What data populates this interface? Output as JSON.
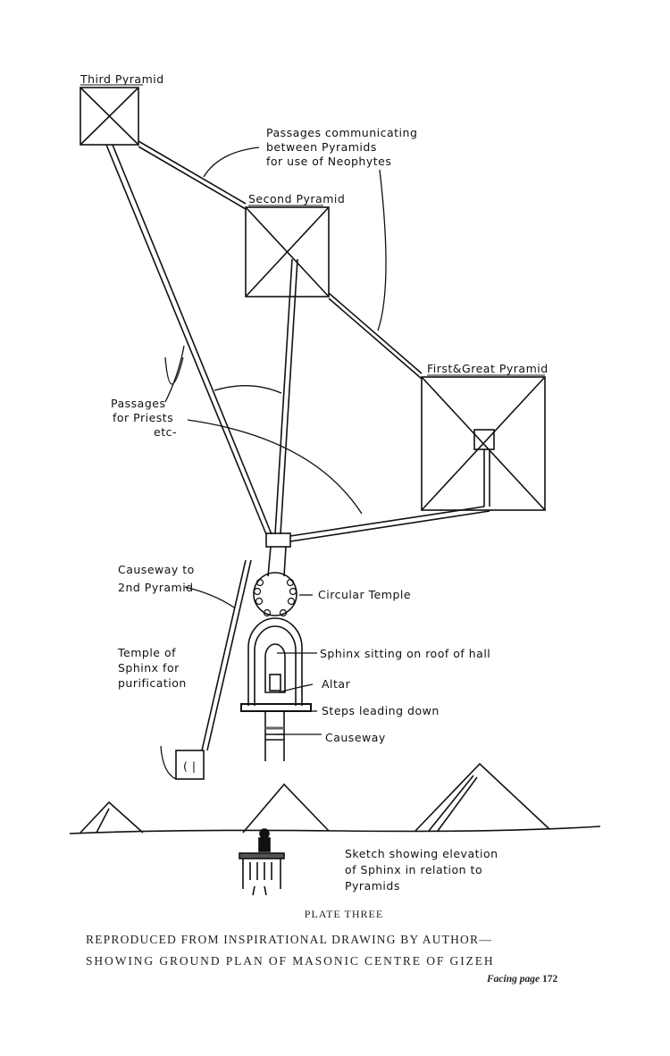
{
  "diagram": {
    "pyramids": {
      "third": "Third Pyramid",
      "second": "Second Pyramid",
      "first": "First&Great Pyramid"
    },
    "labels": {
      "passages_between": [
        "Passages communicating",
        "between Pyramids",
        "for use of Neophytes"
      ],
      "passages_priests": [
        "Passages",
        "for Priests",
        "etc-"
      ],
      "causeway_2nd": [
        "Causeway to",
        "2nd Pyramid"
      ],
      "circular_temple": "Circular Temple",
      "temple_sphinx": [
        "Temple of",
        "Sphinx for",
        "purification"
      ],
      "sphinx_roof": "Sphinx sitting on roof of hall",
      "altar": "Altar",
      "steps": "Steps leading down",
      "causeway": "Causeway",
      "elevation_sketch": [
        "Sketch showing elevation",
        "of Sphinx in relation to",
        "Pyramids"
      ]
    }
  },
  "caption": {
    "plate": "PLATE THREE",
    "line1": "REPRODUCED FROM INSPIRATIONAL DRAWING BY AUTHOR—",
    "line2": "SHOWING GROUND PLAN OF MASONIC CENTRE OF GIZEH",
    "facing_label": "Facing page",
    "facing_page": "172"
  }
}
